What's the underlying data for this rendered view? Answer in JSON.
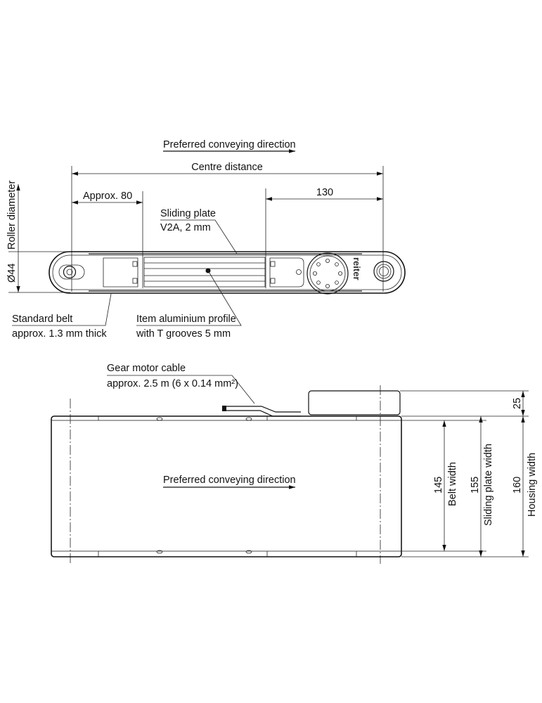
{
  "top_view": {
    "direction_label": "Preferred conveying direction",
    "centre_distance_label": "Centre distance",
    "approx_label": "Approx. 80",
    "dim_130": "130",
    "roller_diameter_label": "Roller diameter",
    "roller_dim": "Ø44",
    "sliding_plate_line1": "Sliding plate",
    "sliding_plate_line2": "V2A, 2 mm",
    "standard_belt_line1": "Standard belt",
    "standard_belt_line2": "approx. 1.3 mm thick",
    "profile_line1": "Item aluminium profile",
    "profile_line2": "with T grooves 5 mm",
    "brand_mark": "reiter"
  },
  "side_view": {
    "cable_line1": "Gear motor cable",
    "cable_line2": "approx. 2.5 m (6 x 0.14 mm²)",
    "direction_label": "Preferred conveying direction",
    "dim_25": "25",
    "dim_145": "145",
    "belt_width_label": "Belt width",
    "dim_155": "155",
    "sliding_plate_width_label": "Sliding plate width",
    "dim_160": "160",
    "housing_width_label": "Housing width"
  }
}
